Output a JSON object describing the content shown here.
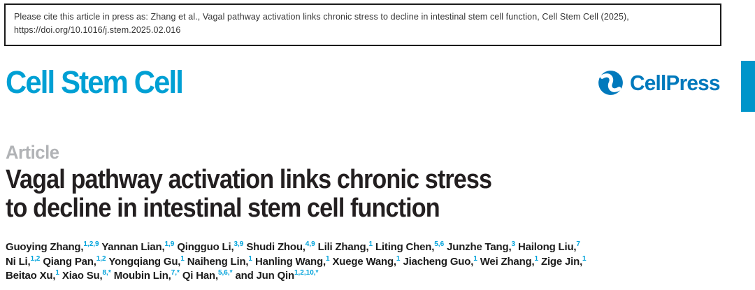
{
  "colors": {
    "journal-cyan": "#00A0D4",
    "cellpress-blue": "#0079BC",
    "accent-bar": "#0095CA",
    "kicker-gray": "#B1B3B6",
    "text-dark": "#231F20",
    "superscript-cyan": "#00A3DB",
    "citation-border": "#1A1A1A"
  },
  "citation_box": {
    "text": "Please cite this article in press as: Zhang et al., Vagal pathway activation links chronic stress to decline in intestinal stem cell function, Cell Stem Cell (2025), https://doi.org/10.1016/j.stem.2025.02.016"
  },
  "masthead": {
    "journal_name": "Cell Stem Cell",
    "publisher_name": "CellPress"
  },
  "article": {
    "kicker": "Article",
    "title_line1": "Vagal pathway activation links chronic stress",
    "title_line2": "to decline in intestinal stem cell function"
  },
  "authors": {
    "lines": [
      [
        {
          "name": "Guoying Zhang,",
          "sup": "1,2,9"
        },
        {
          "name": "Yannan Lian,",
          "sup": "1,9"
        },
        {
          "name": "Qingguo Li,",
          "sup": "3,9"
        },
        {
          "name": "Shudi Zhou,",
          "sup": "4,9"
        },
        {
          "name": "Lili Zhang,",
          "sup": "1"
        },
        {
          "name": "Liting Chen,",
          "sup": "5,6"
        },
        {
          "name": "Junzhe Tang,",
          "sup": "3"
        },
        {
          "name": "Hailong Liu,",
          "sup": "7"
        }
      ],
      [
        {
          "name": "Ni Li,",
          "sup": "1,2"
        },
        {
          "name": "Qiang Pan,",
          "sup": "1,2"
        },
        {
          "name": "Yongqiang Gu,",
          "sup": "1"
        },
        {
          "name": "Naiheng Lin,",
          "sup": "1"
        },
        {
          "name": "Hanling Wang,",
          "sup": "1"
        },
        {
          "name": "Xuege Wang,",
          "sup": "1"
        },
        {
          "name": "Jiacheng Guo,",
          "sup": "1"
        },
        {
          "name": "Wei Zhang,",
          "sup": "1"
        },
        {
          "name": "Zige Jin,",
          "sup": "1"
        }
      ],
      [
        {
          "name": "Beitao Xu,",
          "sup": "1"
        },
        {
          "name": "Xiao Su,",
          "sup": "8,*"
        },
        {
          "name": "Moubin Lin,",
          "sup": "7,*"
        },
        {
          "name": "Qi Han,",
          "sup": "5,6,*"
        },
        {
          "name": "and Jun Qin",
          "sup": "1,2,10,*"
        }
      ]
    ]
  }
}
